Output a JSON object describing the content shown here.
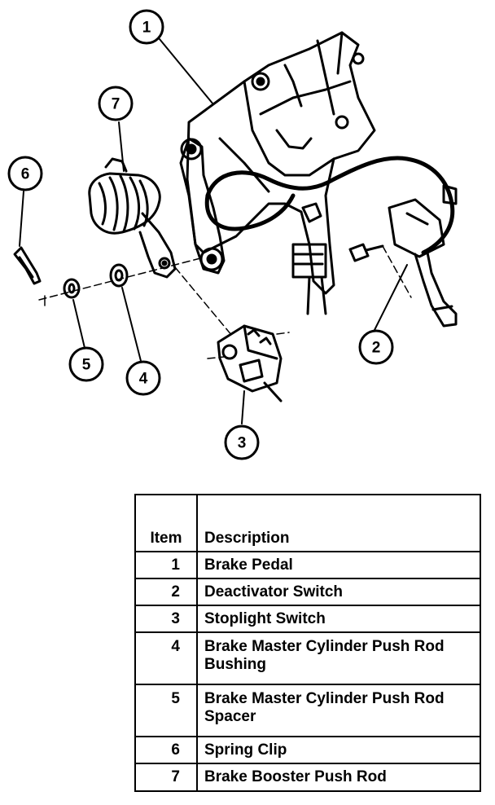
{
  "callouts": [
    "1",
    "2",
    "3",
    "4",
    "5",
    "6",
    "7"
  ],
  "legend": {
    "header_item": "Item",
    "header_description": "Description",
    "rows": [
      {
        "item": "1",
        "description": "Brake Pedal"
      },
      {
        "item": "2",
        "description": "Deactivator Switch"
      },
      {
        "item": "3",
        "description": "Stoplight Switch"
      },
      {
        "item": "4",
        "description": "Brake Master Cylinder Push Rod Bushing"
      },
      {
        "item": "5",
        "description": "Brake Master Cylinder Push Rod Spacer"
      },
      {
        "item": "6",
        "description": "Spring Clip"
      },
      {
        "item": "7",
        "description": "Brake Booster Push Rod"
      }
    ]
  }
}
